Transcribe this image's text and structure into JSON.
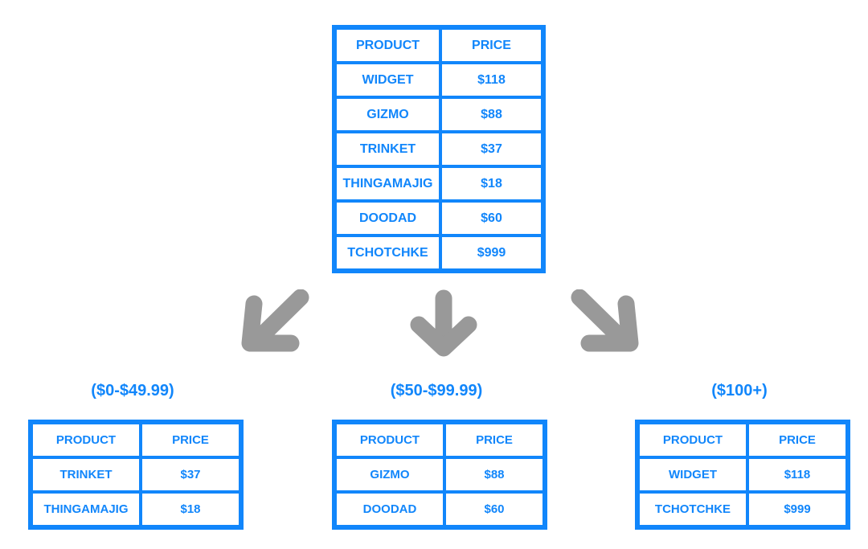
{
  "colors": {
    "accent": "#1186fb",
    "arrow": "#999999",
    "background": "#ffffff"
  },
  "source_table": {
    "name": "product-price-table",
    "columns": [
      "PRODUCT",
      "PRICE"
    ],
    "rows": [
      {
        "product": "WIDGET",
        "price": "$118"
      },
      {
        "product": "GIZMO",
        "price": "$88"
      },
      {
        "product": "TRINKET",
        "price": "$37"
      },
      {
        "product": "THINGAMAJIG",
        "price": "$18"
      },
      {
        "product": "DOODAD",
        "price": "$60"
      },
      {
        "product": "TCHOTCHKE",
        "price": "$999"
      }
    ]
  },
  "arrows": [
    {
      "name": "arrow-down-left-icon",
      "glyph": "arrow-down-left"
    },
    {
      "name": "arrow-down-icon",
      "glyph": "arrow-down"
    },
    {
      "name": "arrow-down-right-icon",
      "glyph": "arrow-down-right"
    }
  ],
  "buckets": [
    {
      "label": "($0-$49.99)",
      "columns": [
        "PRODUCT",
        "PRICE"
      ],
      "rows": [
        {
          "product": "TRINKET",
          "price": "$37"
        },
        {
          "product": "THINGAMAJIG",
          "price": "$18"
        }
      ]
    },
    {
      "label": "($50-$99.99)",
      "columns": [
        "PRODUCT",
        "PRICE"
      ],
      "rows": [
        {
          "product": "GIZMO",
          "price": "$88"
        },
        {
          "product": "DOODAD",
          "price": "$60"
        }
      ]
    },
    {
      "label": "($100+)",
      "columns": [
        "PRODUCT",
        "PRICE"
      ],
      "rows": [
        {
          "product": "WIDGET",
          "price": "$118"
        },
        {
          "product": "TCHOTCHKE",
          "price": "$999"
        }
      ]
    }
  ]
}
